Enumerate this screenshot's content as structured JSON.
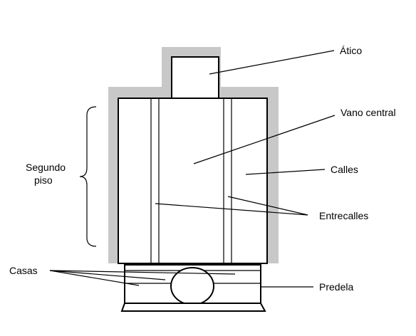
{
  "labels": {
    "atico": "Ático",
    "vano_central": "Vano central",
    "calles": "Calles",
    "entrecalles": "Entrecalles",
    "predela": "Predela",
    "casas": "Casas",
    "segundo": "Segundo",
    "piso": "piso"
  },
  "colors": {
    "frame_gray": "#c8c8c8",
    "line": "#000000"
  }
}
